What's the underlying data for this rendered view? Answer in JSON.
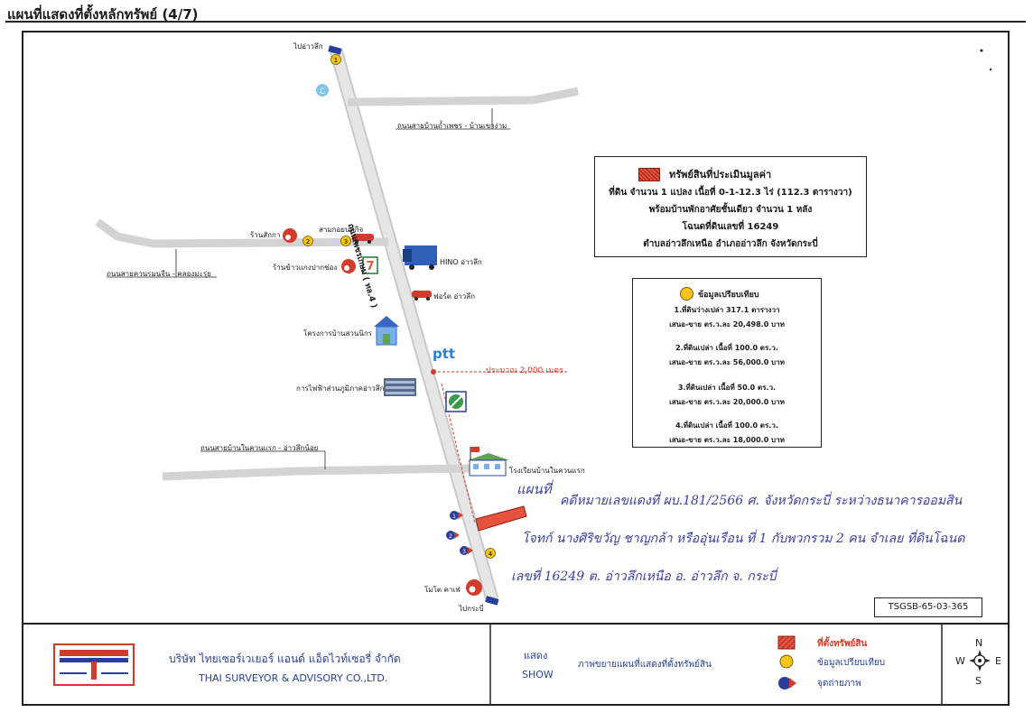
{
  "title": "แผนที่แสดงที่ตั้งหลักทรัพย์ (4/7)",
  "roads": {
    "to_ao_luek": "ไปอ่าวลึก",
    "to_krabi": "ไปกระบี่",
    "highway_label": "ถนนเพชรเกษม ( ทล.4 )",
    "tham_phet_road": "ถนนสายบ้านถ้ำเพชร - บ้านเขาง่าม",
    "khuan_rom_road": "ถนนสายควนรมนจีน - คลองมะรุ่ย",
    "nai_khuan_road": "ถนนสายบ้านในควนแรก - อ่าวลึกน้อย",
    "distance": "ประมาณ 2,000 เมตร"
  },
  "places": {
    "sak_ka": "ร้านสักกา",
    "sam_kok": "สามกอยนต์กิจ",
    "khao_kaeng": "ร้านข้าวแกงปากช่อง",
    "hino": "HINO อ่าวลึก",
    "ford": "ฟอร์ด อ่าวลึก",
    "suan_nik": "โครงการบ้านสวนนิกร",
    "ptt": "ptt",
    "pea": "การไฟฟ้าส่วนภูมิภาคอ่าวลึก",
    "school": "โรงเรียนบ้านในควนแรก",
    "moto_cafe": "โมโต คาเฟ่",
    "seven_eleven": "7"
  },
  "markers": [
    "1",
    "2",
    "3",
    "4"
  ],
  "photo_points": [
    "1",
    "2",
    "3"
  ],
  "property_box": {
    "heading": "ทรัพย์สินที่ประเมินมูลค่า",
    "line1": "ที่ดิน จำนวน 1 แปลง เนื้อที่ 0-1-12.3 ไร่ (112.3 ตารางวา)",
    "line2": "พร้อมบ้านพักอาศัยชั้นเดียว จำนวน 1 หลัง",
    "line3": "โฉนดที่ดินเลขที่ 16249",
    "line4": "ตำบลอ่าวลึกเหนือ อำเภออ่าวลึก จังหวัดกระบี่"
  },
  "comparison_box": {
    "heading": "ข้อมูลเปรียบเทียบ",
    "items": [
      {
        "line1": "1.ที่ดินว่างเปล่า 317.1 ตารางวา",
        "line2": "เสนอ-ขาย ตร.ว.ละ 20,498.0 บาท"
      },
      {
        "line1": "2.ที่ดินเปล่า เนื้อที่ 100.0 ตร.ว.",
        "line2": "เสนอ-ขาย ตร.ว.ละ 56,000.0 บาท"
      },
      {
        "line1": "3.ที่ดินเปล่า เนื้อที่ 50.0 ตร.ว.",
        "line2": "เสนอ-ขาย ตร.ว.ละ 20,000.0 บาท"
      },
      {
        "line1": "4.ที่ดินเปล่า เนื้อที่ 100.0 ตร.ว.",
        "line2": "เสนอ-ขาย ตร.ว.ละ 18,000.0 บาท"
      }
    ]
  },
  "handwriting": {
    "line1a": "แผนที่",
    "line1b": "คดีหมายเลขแดงที่ ผบ.181/2566 ศ. จังหวัดกระบี่ ระหว่างธนาคารออมสิน",
    "line2": "โจทก์ นางศิริขวัญ ชาญกล้า หรืออุ่นเรือน ที่ 1 กับพวกรวม 2 คน จำเลย ที่ดินโฉนด",
    "line3": "เลขที่ 16249 ต. อ่าวลึกเหนือ อ. อ่าวลึก จ. กระบี่"
  },
  "ref_code": "TSGSB-65-03-365",
  "footer": {
    "company_th": "บริษัท ไทยเซอร์เวเยอร์ แอนด์ แอ็ดไวท์เซอรี่ จำกัด",
    "company_en": "THAI SURVEYOR & ADVISORY CO.,LTD.",
    "show_th": "แสดง",
    "show_en": "SHOW",
    "legend_title": "ภาพขยายแผนที่แสดงที่ตั้งทรัพย์สิน",
    "legend": [
      {
        "icon": "red-hatched-square",
        "label": "ที่ตั้งทรัพย์สิน"
      },
      {
        "icon": "yellow-circle",
        "label": "ข้อมูลเปรียบเทียบ"
      },
      {
        "icon": "blue-arrow",
        "label": "จุดถ่ายภาพ"
      }
    ],
    "compass": {
      "n": "N",
      "s": "S",
      "e": "E",
      "w": "W"
    }
  },
  "colors": {
    "road": "#d6d6d6",
    "property": "#e5533d",
    "marker": "#f5c518",
    "photo": "#2a3f9a",
    "distance": "#d23b2b",
    "handwriting": "#3a3fa0"
  }
}
